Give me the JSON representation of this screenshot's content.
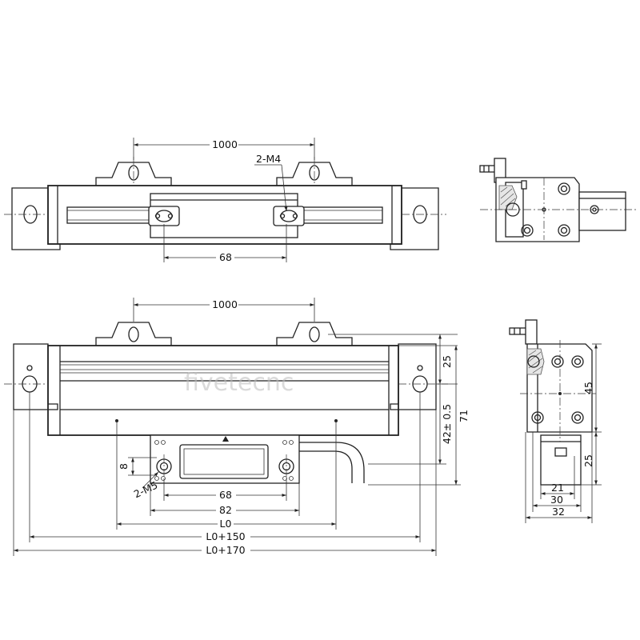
{
  "watermark": "fivetecnc",
  "top_view": {
    "dim_mounting_pitch": "1000",
    "label_thread": "2-M4",
    "dim_slot_pitch": "68"
  },
  "front_view": {
    "dim_mounting_pitch": "1000",
    "label_thread": "2-M5",
    "dim_8": "8",
    "dim_68": "68",
    "dim_82": "82",
    "dim_L0": "L0",
    "dim_L0_150": "L0+150",
    "dim_L0_170": "L0+170",
    "dim_25": "25",
    "dim_42": "42± 0.5",
    "dim_71": "71"
  },
  "side_view": {
    "dim_45": "45",
    "dim_25": "25",
    "dim_21": "21",
    "dim_30": "30",
    "dim_32": "32"
  }
}
